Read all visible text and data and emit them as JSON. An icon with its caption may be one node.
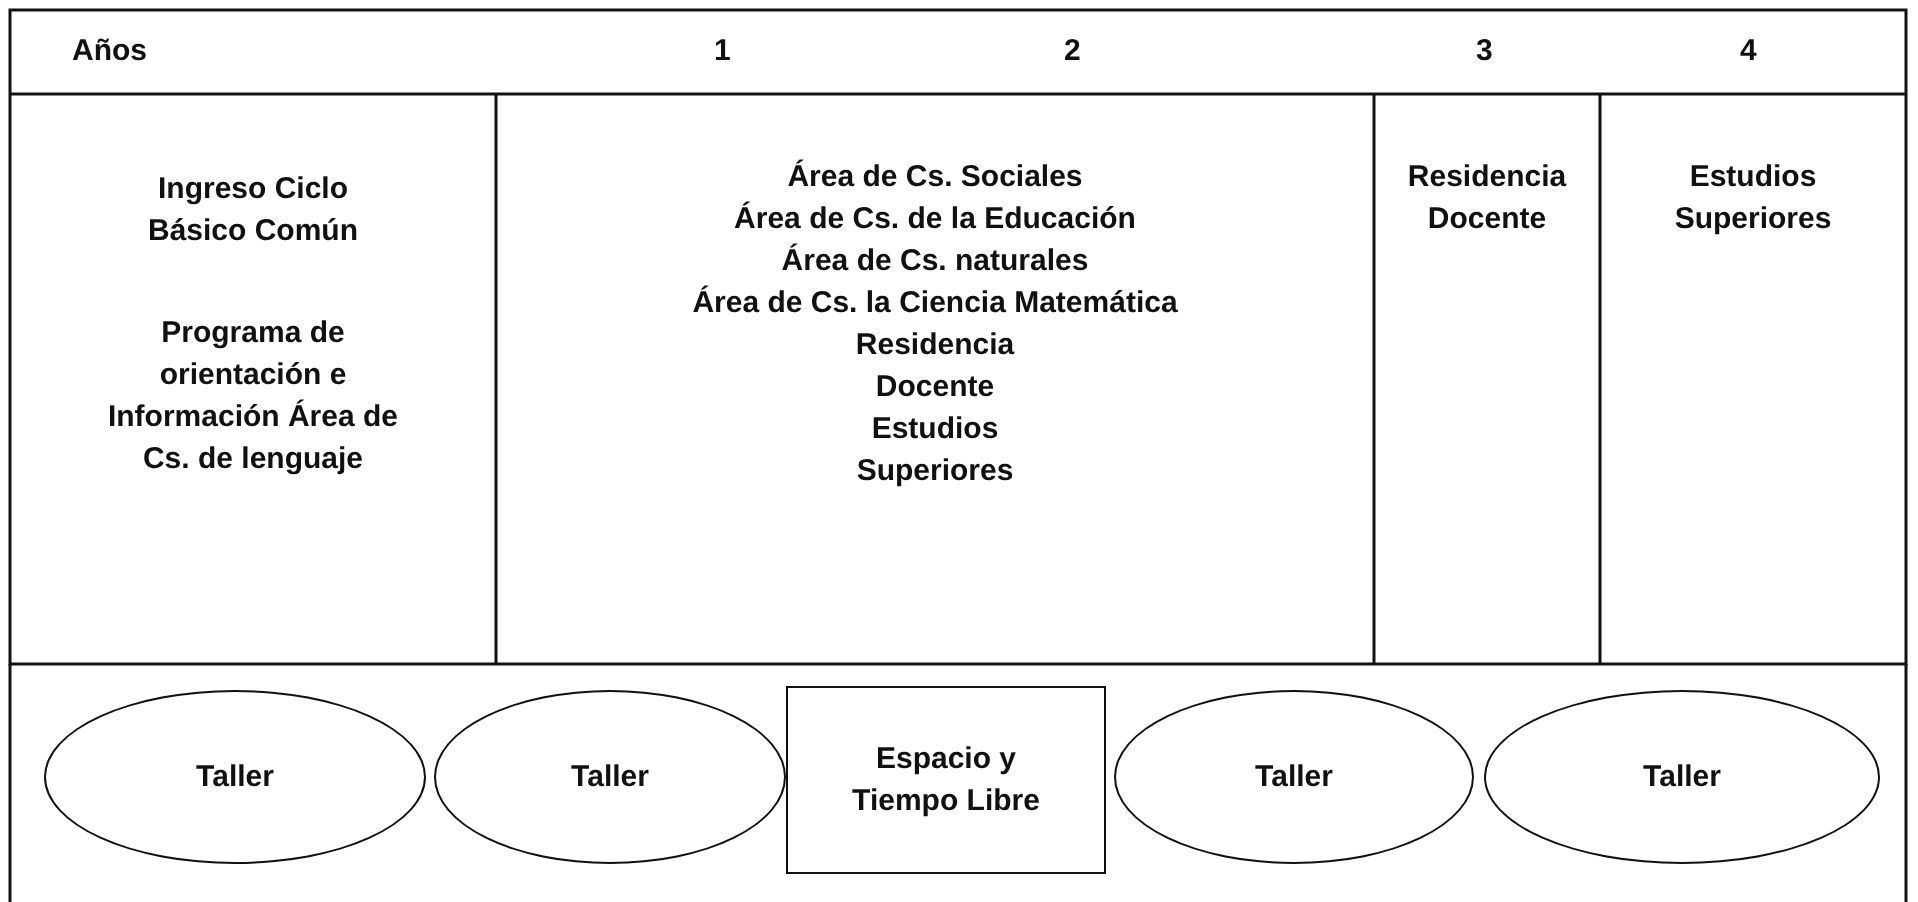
{
  "diagram": {
    "nodes": [
      {
        "text": [
          "Ingreso Ciclo Básico Común",
          "Programa de orientación e Información Área de Cs. de lenguaje"
        ]
      },
      {
        "text": [
          "Área de Cs. Sociales",
          "Área de Cs. de la Educación",
          "Área de Cs. naturales",
          "Área de Cs. la Ciencia Matemática",
          "Residencia",
          "Docente",
          "Estudios",
          "Superiores"
        ]
      },
      {
        "text": [
          "Residencia Docente"
        ]
      },
      {
        "text": [
          "Estudios Superiores"
        ]
      },
      {
        "text": [
          "Taller"
        ]
      },
      {
        "text": [
          "Taller"
        ]
      },
      {
        "text": [
          "Espacio y Tiempo Libre"
        ]
      },
      {
        "text": [
          "Taller"
        ]
      },
      {
        "text": [
          "Taller"
        ]
      }
    ],
    "edges": [],
    "labels": [
      "Años",
      "1",
      "2",
      "3",
      "4"
    ]
  }
}
